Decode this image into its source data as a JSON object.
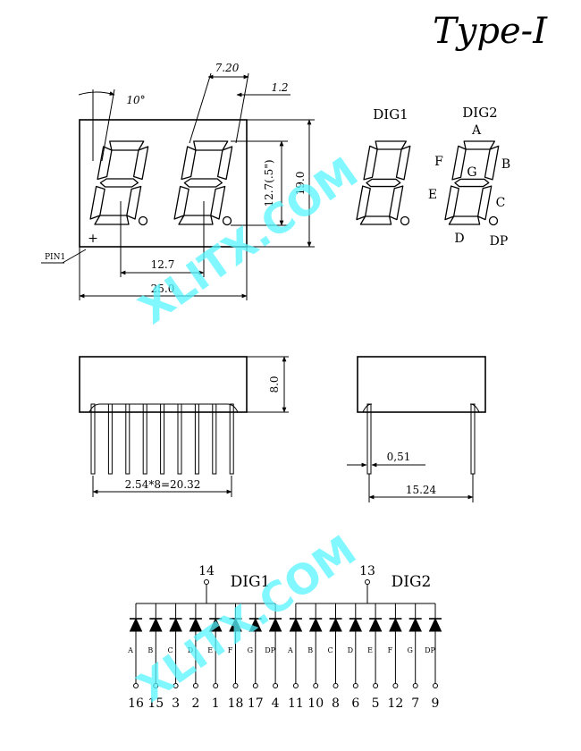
{
  "title": "Type-I",
  "watermark": "XLITX.COM",
  "front_view": {
    "angle": "10°",
    "dim_digit_width": "7.20",
    "dim_seg_width": "1.2",
    "dim_char_height": "12.7(.5\")",
    "dim_height": "19.0",
    "dim_pitch": "12.7",
    "dim_width": "25.0",
    "pin1_label": "PIN1",
    "pin1_mark": "+"
  },
  "segment_map": {
    "dig1_label": "DIG1",
    "dig2_label": "DIG2",
    "seg_labels": {
      "A": "A",
      "B": "B",
      "C": "C",
      "D": "D",
      "E": "E",
      "F": "F",
      "G": "G",
      "DP": "DP"
    }
  },
  "side_views": {
    "dim_depth": "8.0",
    "dim_pin_pitch": "2.54*8=20.32",
    "dim_pin_thickness": "0,51",
    "dim_row_spacing": "15.24"
  },
  "schematic": {
    "dig1": {
      "label": "DIG1",
      "common_pin": "14"
    },
    "dig2": {
      "label": "DIG2",
      "common_pin": "13"
    },
    "segments": [
      "A",
      "B",
      "C",
      "D",
      "E",
      "F",
      "G",
      "DP",
      "A",
      "B",
      "C",
      "D",
      "E",
      "F",
      "G",
      "DP"
    ],
    "pins": [
      "16",
      "15",
      "3",
      "2",
      "1",
      "18",
      "17",
      "4",
      "11",
      "10",
      "8",
      "6",
      "5",
      "12",
      "7",
      "9"
    ]
  }
}
